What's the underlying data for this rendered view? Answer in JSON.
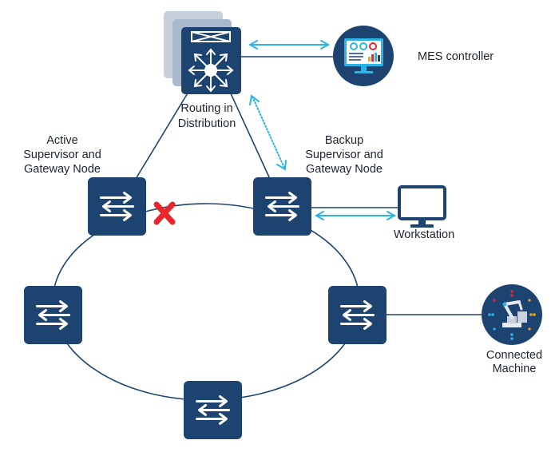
{
  "colors": {
    "node": "#1d4470",
    "node_stroke": "#163a61",
    "link": "#1d4470",
    "flow_arrow": "#2bb5e6",
    "fault": "#e8262b",
    "router_shadow_1": "#a9b8cc",
    "router_shadow_2": "#c7d1de",
    "monitor_screen": "#2bb5e6",
    "text": "#1d2430"
  },
  "labels": {
    "mes_controller": "MES controller",
    "routing_line1": "Routing in",
    "routing_line2": "Distribution",
    "active_line1": "Active",
    "active_line2": "Supervisor and",
    "active_line3": "Gateway Node",
    "backup_line1": "Backup",
    "backup_line2": "Supervisor and",
    "backup_line3": "Gateway Node",
    "workstation": "Workstation",
    "connected_line1": "Connected",
    "connected_line2": "Machine"
  },
  "icons": {
    "router": "distribution-router-icon",
    "switch": "ethernet-switch-icon",
    "mes": "mes-dashboard-icon",
    "workstation": "monitor-icon",
    "machine": "robot-arm-icon",
    "fault": "x-fault-icon"
  },
  "state": {
    "failed_link": "active-supervisor-to-ring"
  }
}
